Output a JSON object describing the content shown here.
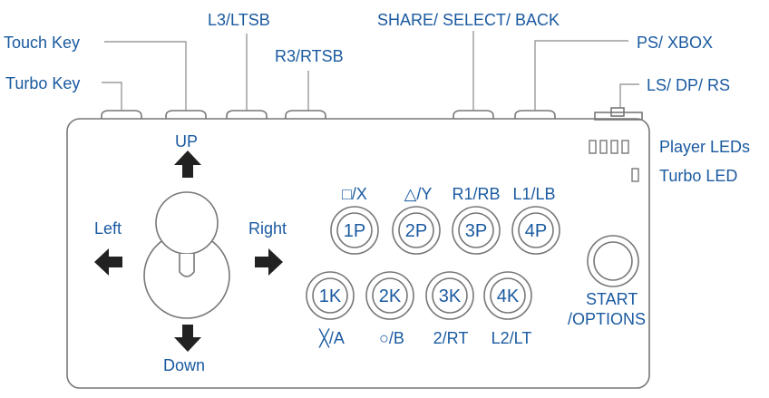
{
  "top_labels": {
    "touch_key": "Touch Key",
    "turbo_key": "Turbo Key",
    "l3": "L3/LTSB",
    "r3": "R3/RTSB",
    "share": "SHARE/ SELECT/ BACK",
    "ps": "PS/ XBOX",
    "ls_dp_rs": "LS/ DP/ RS"
  },
  "leds": {
    "player": "Player LEDs",
    "turbo": "Turbo LED"
  },
  "directions": {
    "up": "UP",
    "down": "Down",
    "left": "Left",
    "right": "Right"
  },
  "top_row": [
    {
      "label": "□/X",
      "button": "1P"
    },
    {
      "label": "△/Y",
      "button": "2P"
    },
    {
      "label": "R1/RB",
      "button": "3P"
    },
    {
      "label": "L1/LB",
      "button": "4P"
    }
  ],
  "bottom_row": [
    {
      "label": "╳/A",
      "button": "1K"
    },
    {
      "label": "○/B",
      "button": "2K"
    },
    {
      "label": "2/RT",
      "button": "3K"
    },
    {
      "label": "L2/LT",
      "button": "4K"
    }
  ],
  "start": {
    "line1": "START",
    "line2": "/OPTIONS"
  }
}
